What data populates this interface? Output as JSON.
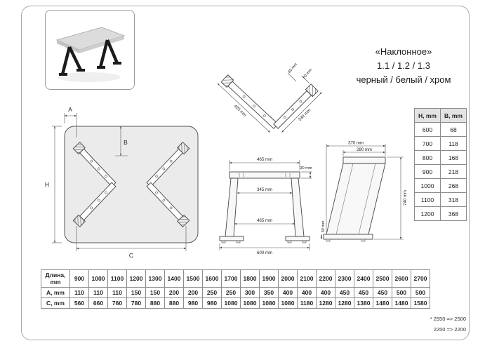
{
  "page": {
    "title_line1": "«Наклонное»",
    "title_line2": "1.1 / 1.2 / 1.3",
    "title_line3": "черный / белый / хром",
    "footnote1": "* 2550 => 2500",
    "footnote2": "2250 => 2200"
  },
  "top_view": {
    "a": "A",
    "b": "B",
    "h": "H",
    "c": "C"
  },
  "v_part": {
    "pad_length": "85 mm",
    "profile_width": "60 mm",
    "arm_long": "425 mm",
    "arm_short": "330 mm"
  },
  "front_view": {
    "top_width": "465 mm",
    "bar_height": "30 mm",
    "inner_width": "345 mm",
    "lower_width": "465 mm",
    "base_width": "600 mm"
  },
  "side_view": {
    "overall_top": "370 mm",
    "top_bar": "280 mm",
    "height": "740 mm",
    "foot_height": "30 mm"
  },
  "hb_table": {
    "col1_header": "H, mm",
    "col2_header": "B, mm",
    "rows": [
      {
        "h": "600",
        "b": "68"
      },
      {
        "h": "700",
        "b": "118"
      },
      {
        "h": "800",
        "b": "168"
      },
      {
        "h": "900",
        "b": "218"
      },
      {
        "h": "1000",
        "b": "268"
      },
      {
        "h": "1100",
        "b": "318"
      },
      {
        "h": "1200",
        "b": "368"
      }
    ]
  },
  "size_table": {
    "length_header": "Длина, mm",
    "a_header": "A, mm",
    "c_header": "C, mm",
    "length": [
      "900",
      "1000",
      "1100",
      "1200",
      "1300",
      "1400",
      "1500",
      "1600",
      "1700",
      "1800",
      "1900",
      "2000",
      "2100",
      "2200",
      "2300",
      "2400",
      "2500",
      "2600",
      "2700"
    ],
    "a": [
      "110",
      "110",
      "110",
      "150",
      "150",
      "200",
      "200",
      "250",
      "250",
      "300",
      "350",
      "400",
      "400",
      "400",
      "450",
      "450",
      "450",
      "500",
      "500"
    ],
    "c": [
      "560",
      "660",
      "760",
      "780",
      "880",
      "880",
      "980",
      "980",
      "1080",
      "1080",
      "1080",
      "1080",
      "1180",
      "1280",
      "1280",
      "1380",
      "1480",
      "1480",
      "1580"
    ]
  }
}
